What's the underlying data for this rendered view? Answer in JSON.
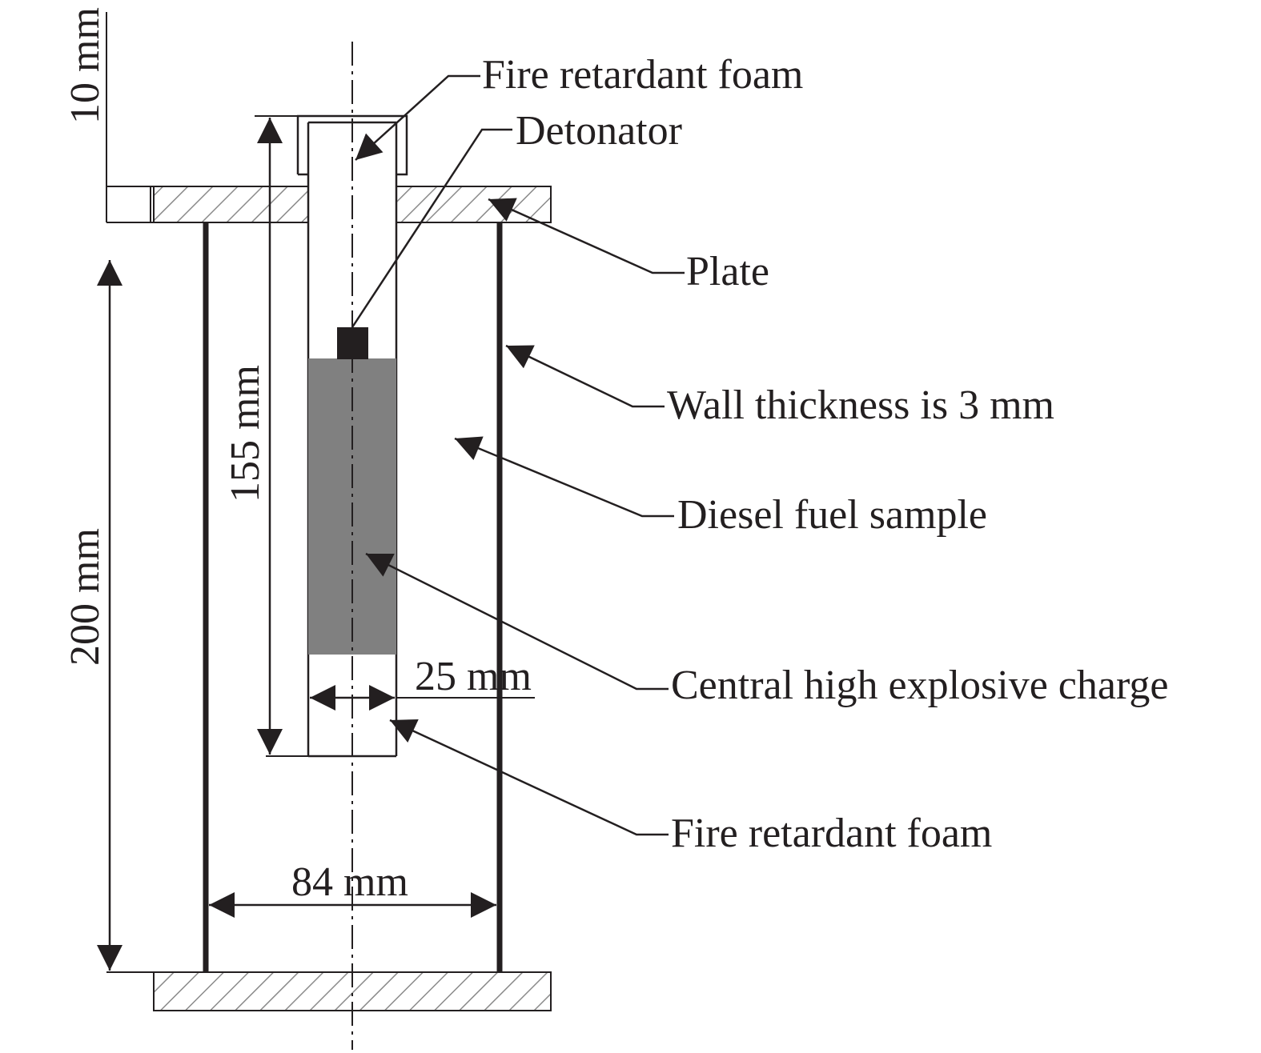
{
  "labels": {
    "foam_top": "Fire retardant foam",
    "detonator": "Detonator",
    "plate": "Plate",
    "wall": "Wall thickness is 3 mm",
    "diesel": "Diesel fuel sample",
    "charge": "Central high explosive charge",
    "foam_bottom": "Fire retardant foam"
  },
  "dimensions": {
    "d10": "10 mm",
    "d155": "155 mm",
    "d200": "200 mm",
    "d25": "25 mm",
    "d84": "84 mm"
  },
  "colors": {
    "ink": "#231f20",
    "charge_fill": "#808080",
    "hatch": "#8a8a8a"
  }
}
